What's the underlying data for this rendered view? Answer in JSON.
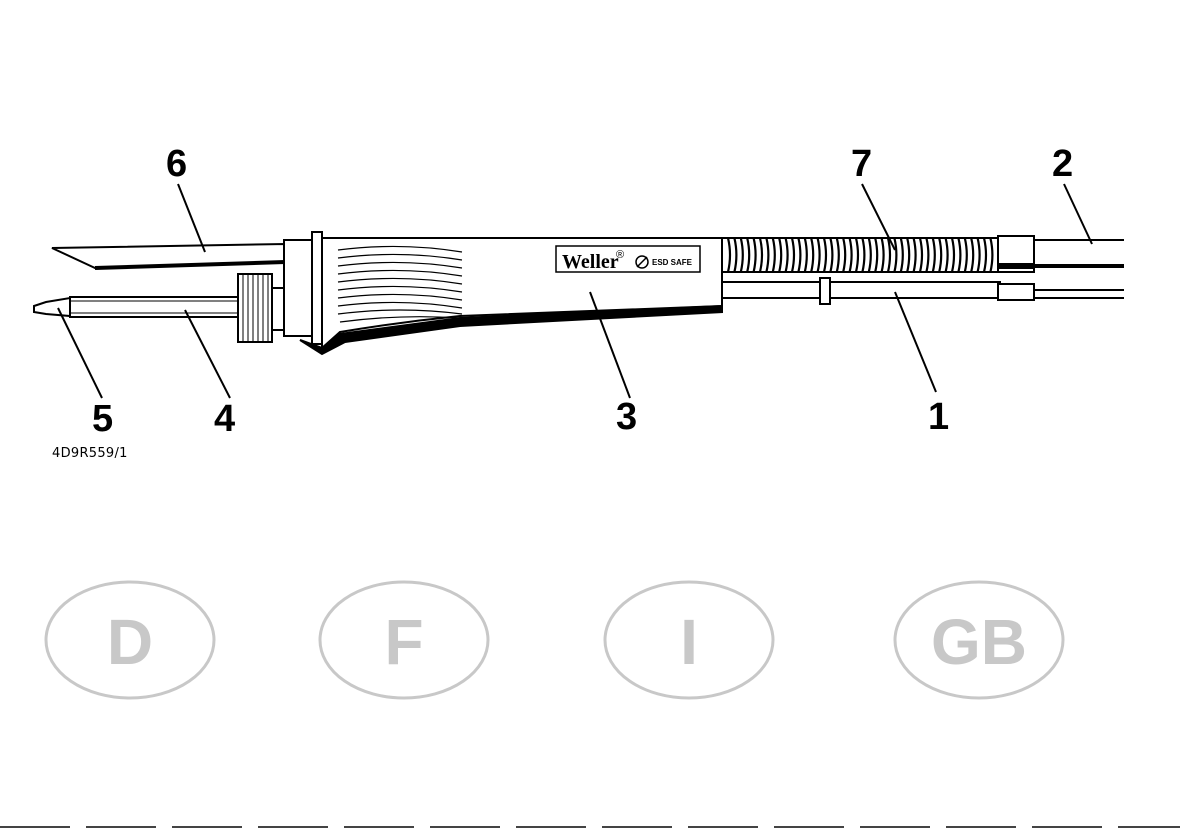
{
  "drawing_id": "4D9R559/1",
  "brand": {
    "name": "Weller",
    "mark": "®",
    "esd_label": "ESD SAFE"
  },
  "callouts": [
    {
      "number": "6"
    },
    {
      "number": "7"
    },
    {
      "number": "2"
    },
    {
      "number": "5"
    },
    {
      "number": "4"
    },
    {
      "number": "3"
    },
    {
      "number": "1"
    }
  ],
  "language_badges": [
    {
      "code": "D"
    },
    {
      "code": "F"
    },
    {
      "code": "I"
    },
    {
      "code": "GB"
    }
  ],
  "colors": {
    "line": "#000000",
    "badge": "#c8c8c8"
  }
}
